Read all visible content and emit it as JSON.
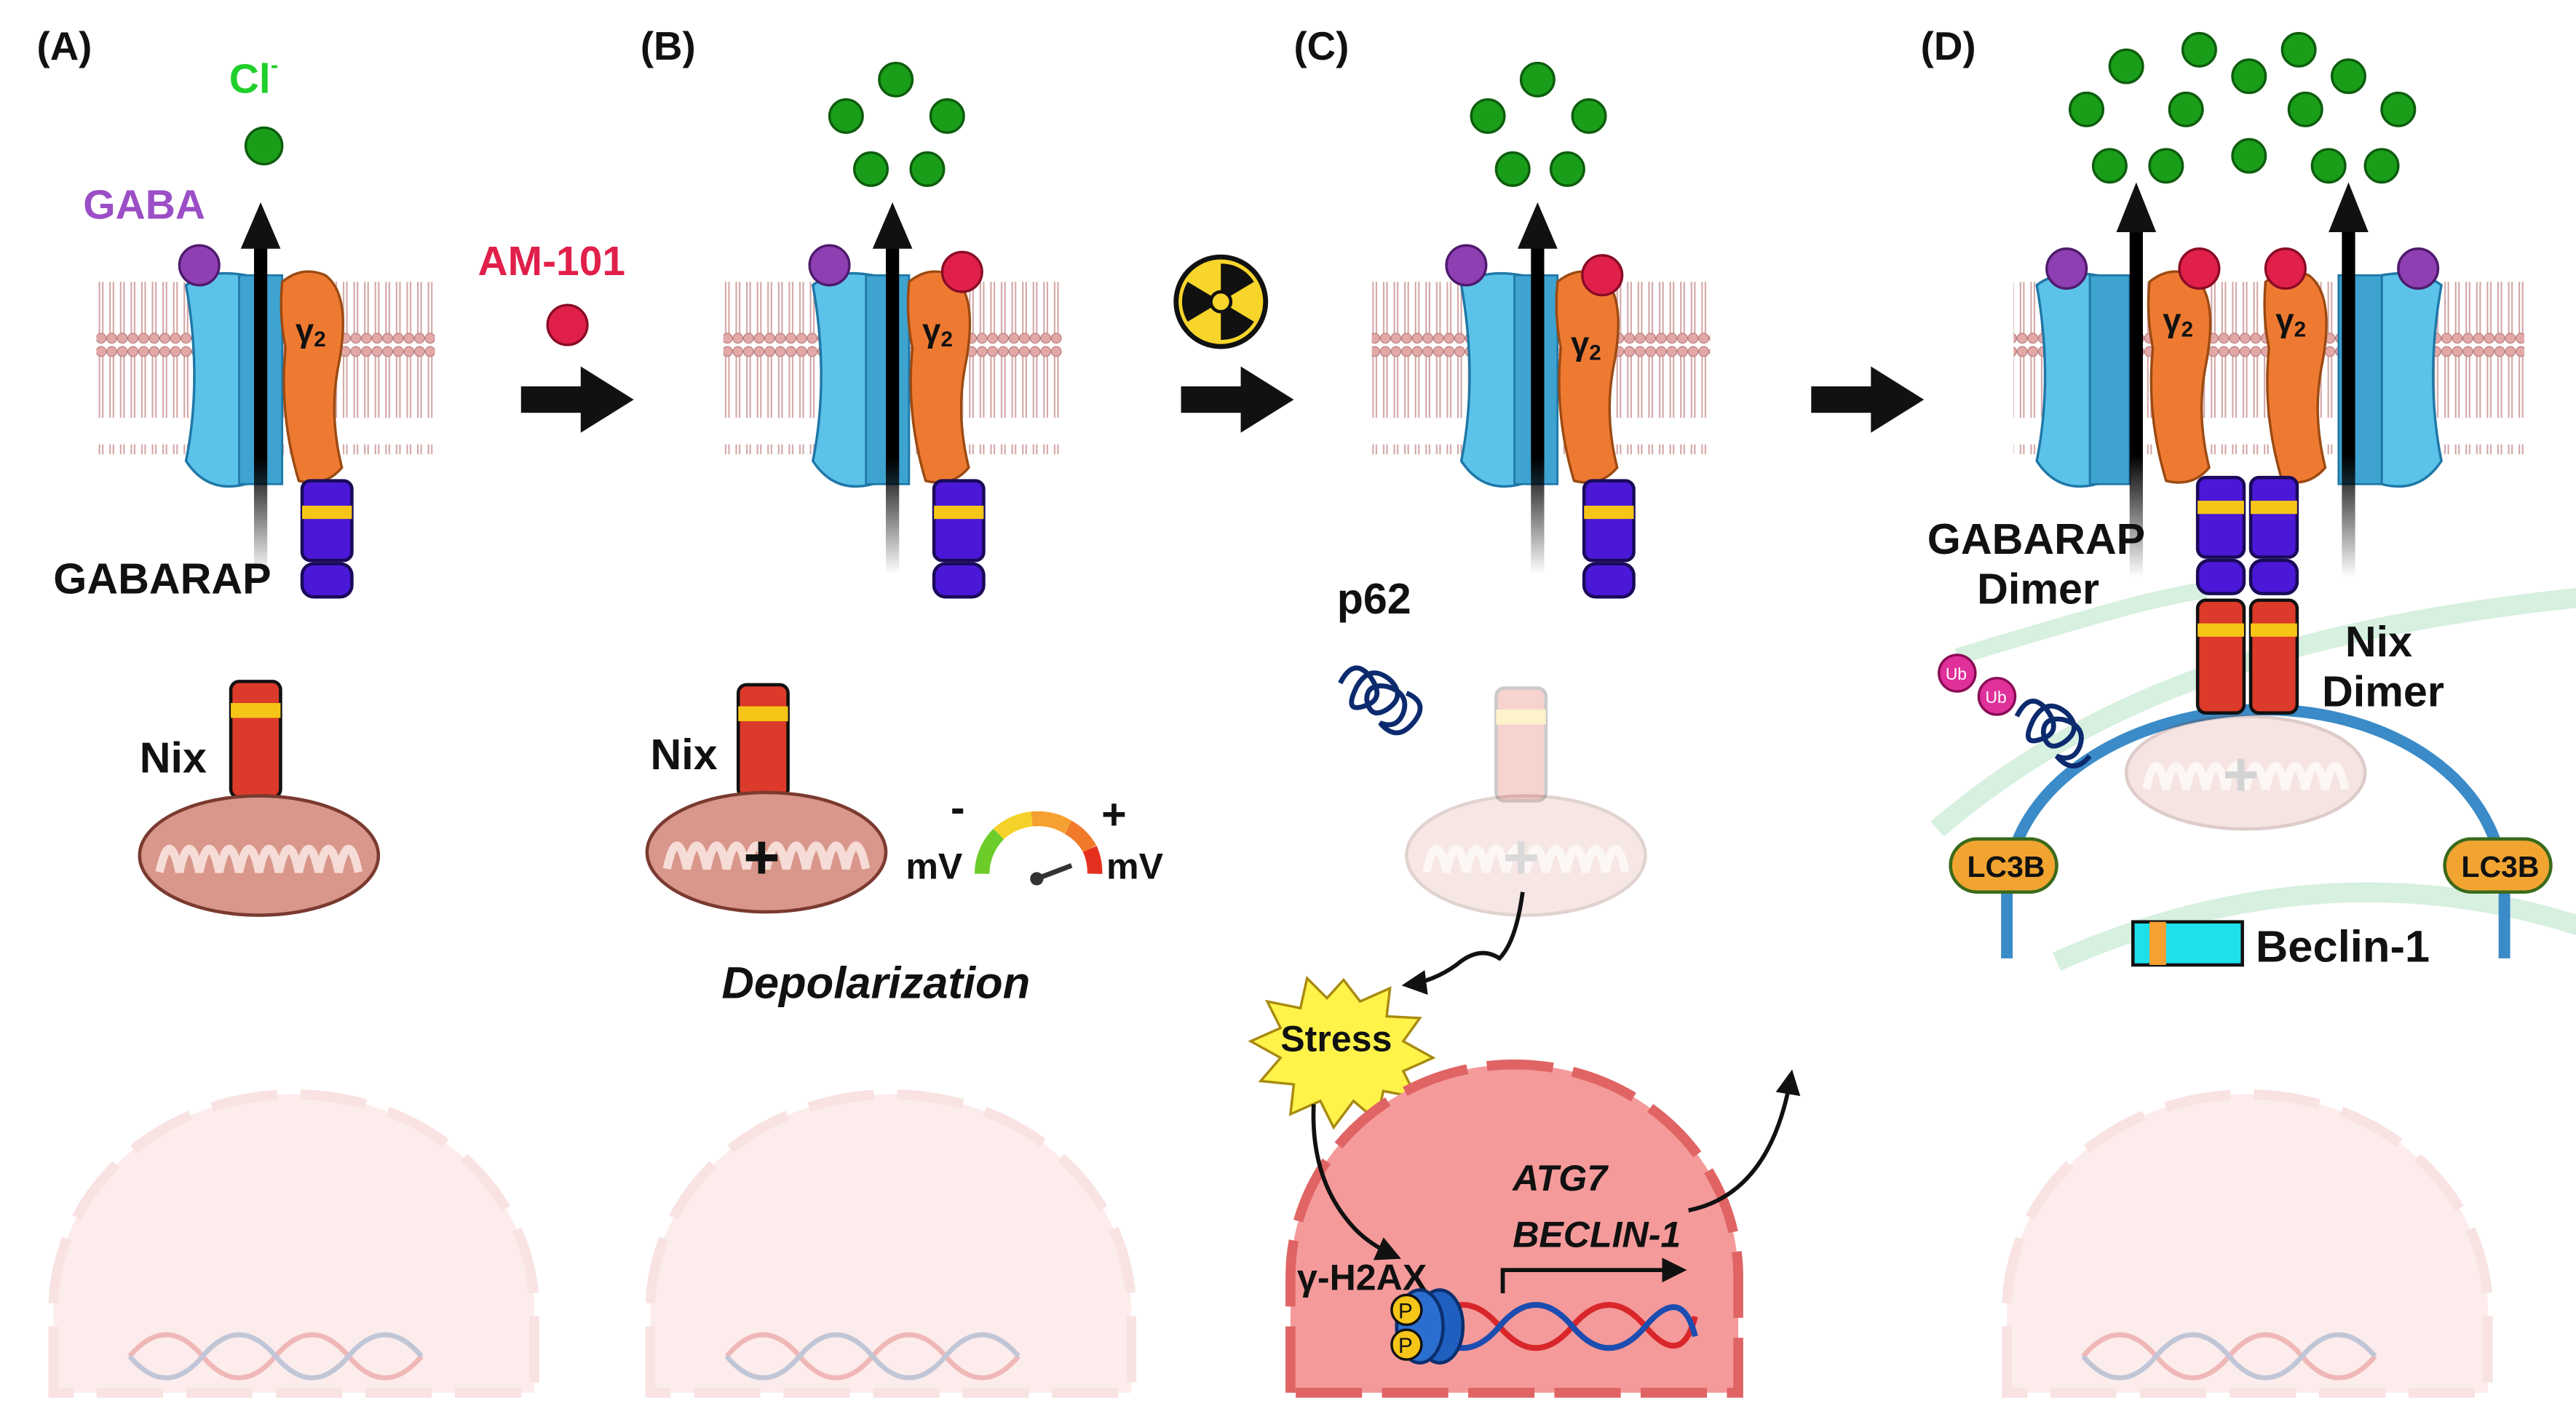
{
  "panels": {
    "a": "(A)",
    "b": "(B)",
    "c": "(C)",
    "d": "(D)"
  },
  "labels": {
    "chloride": "Cl",
    "chloride_charge": "-",
    "gaba": "GABA",
    "gabarap": "GABARAP",
    "gamma2": "γ",
    "gamma2_sub": "2",
    "nix": "Nix",
    "am101": "AM-101",
    "depolarization": "Depolarization",
    "minus": "-",
    "plus": "+",
    "mv": "mV",
    "p62": "p62",
    "stress": "Stress",
    "gamma_h2ax": "γ-H2AX",
    "phospho": "P",
    "atg7": "ATG7",
    "beclin_gene": "BECLIN-1",
    "gabarap_dimer_1": "GABARAP",
    "gabarap_dimer_2": "Dimer",
    "nix_dimer_1": "Nix",
    "nix_dimer_2": "Dimer",
    "ub": "Ub",
    "lc3b": "LC3B",
    "beclin1": "Beclin-1"
  },
  "icons": {
    "radiation": "radiation-icon",
    "arrow": "right-arrow-icon",
    "gauge": "voltage-gauge-icon",
    "mitochondrion": "mitochondrion-icon",
    "nucleus": "nucleus-icon",
    "dna": "dna-helix-icon"
  },
  "colors": {
    "chloride": "#1a9e1a",
    "gaba": "#8e3fb1",
    "am101": "#e0204a",
    "receptor_blue": "#5bc3ea",
    "gamma2_orange": "#ee7a32",
    "gabarap_purple": "#4b18d8",
    "gabarap_yellow": "#f5c518",
    "nix_red": "#dc3a2a",
    "mito": "#d9968a",
    "membrane": "#c98a8a",
    "lc3b": "#f2a431",
    "beclin_cyan": "#1ee0ec",
    "stress_yellow": "#fff34a",
    "nucleus_pink": "#f49a9a",
    "phagophore": "#3a8bc7",
    "p62_navy": "#0c2a6e"
  }
}
